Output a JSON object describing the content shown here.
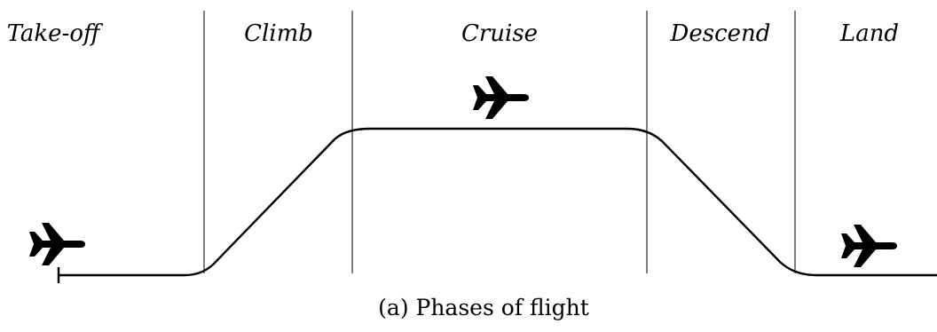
{
  "phases": [
    {
      "key": "takeoff",
      "label": "Take-off"
    },
    {
      "key": "climb",
      "label": "Climb"
    },
    {
      "key": "cruise",
      "label": "Cruise"
    },
    {
      "key": "descend",
      "label": "Descend"
    },
    {
      "key": "land",
      "label": "Land"
    }
  ],
  "caption": "(a) Phases of flight",
  "icons": [
    "airplane-icon",
    "airplane-icon",
    "airplane-icon"
  ],
  "colors": {
    "ink": "#000000",
    "background": "#ffffff"
  }
}
